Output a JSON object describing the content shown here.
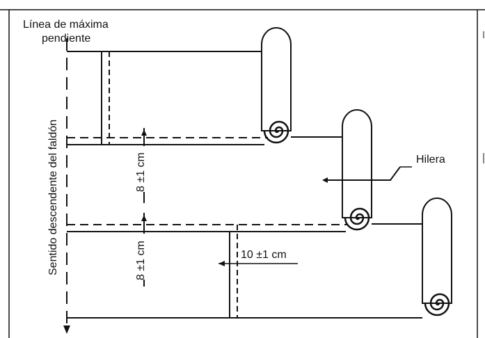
{
  "diagram": {
    "labels": {
      "max_slope_line": [
        "Línea de máxima",
        "pendiente"
      ],
      "slope_direction": "Sentido descendente del faldón",
      "row": "Hilera",
      "overlap_top": "8 ±1 cm",
      "overlap_bottom": "8 ±1 cm",
      "side_overlap": "10 ±1 cm"
    },
    "colors": {
      "stroke": "#111111",
      "background": "#ffffff"
    }
  }
}
